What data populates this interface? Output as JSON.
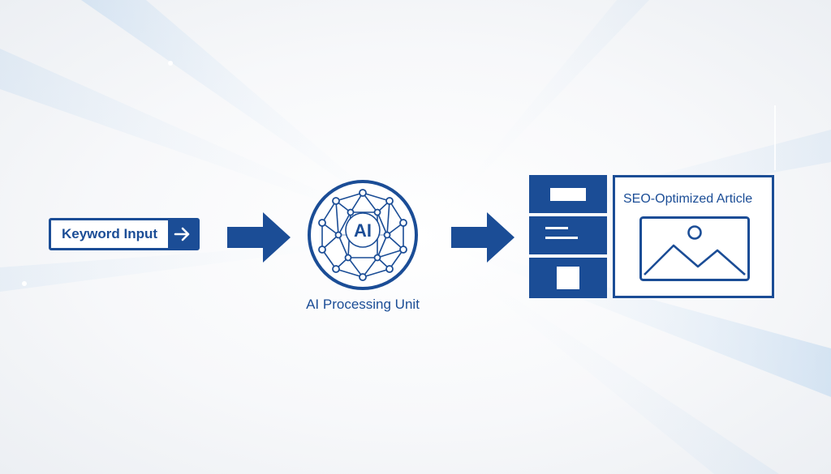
{
  "steps": {
    "input": {
      "label": "Keyword Input",
      "icon": "arrow-right-icon"
    },
    "processor": {
      "core_label": "AI",
      "caption": "AI Processing Unit",
      "icon": "neural-network-icon"
    },
    "output": {
      "title": "SEO-Optimized Article",
      "icon": "image-placeholder-icon"
    }
  },
  "colors": {
    "primary": "#1b4d96",
    "background": "#f7f8fa",
    "ray": "#cfe2f5"
  }
}
